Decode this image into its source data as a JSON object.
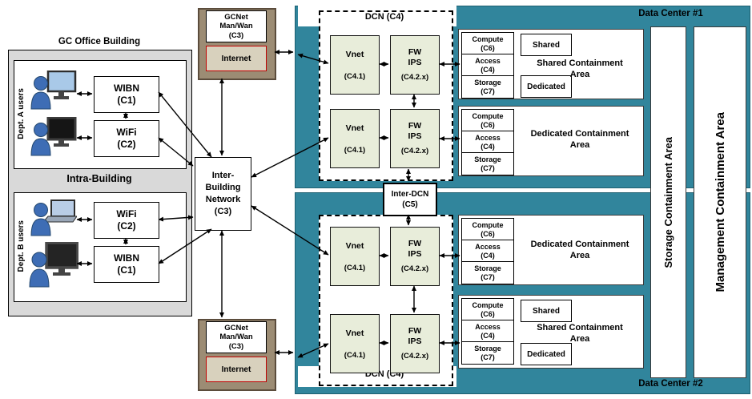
{
  "office": {
    "title": "GC Office Building",
    "intra_building_label": "Intra-Building",
    "dept_a_label": "Dept. A users",
    "dept_b_label": "Dept. B users",
    "wibn_a": {
      "name": "WIBN",
      "code": "(C1)"
    },
    "wifi_a": {
      "name": "WiFi",
      "code": "(C2)"
    },
    "wifi_b": {
      "name": "WiFi",
      "code": "(C2)"
    },
    "wibn_b": {
      "name": "WIBN",
      "code": "(C1)"
    }
  },
  "inter_building_network": {
    "line1": "Inter-",
    "line2": "Building",
    "line3": "Network",
    "line4": "(C3)"
  },
  "gcnet_top": {
    "line1": "GCNet",
    "line2": "Man/Wan",
    "line3": "(C3)",
    "internet_label": "Internet"
  },
  "gcnet_bottom": {
    "line1": "GCNet",
    "line2": "Man/Wan",
    "line3": "(C3)",
    "internet_label": "Internet"
  },
  "inter_dcn": {
    "line1": "Inter-DCN",
    "line2": "(C5)"
  },
  "bars": {
    "storage": "Storage Containment Area",
    "management": "Management Containment Area"
  },
  "dc1": {
    "title": "Data Center #1",
    "dcn_label": "DCN (C4)",
    "vnet_top": {
      "name": "Vnet",
      "code": "(C4.1)"
    },
    "fw_top": {
      "line1": "FW",
      "line2": "IPS",
      "code": "(C4.2.x)"
    },
    "vnet_bottom": {
      "name": "Vnet",
      "code": "(C4.1)"
    },
    "fw_bottom": {
      "line1": "FW",
      "line2": "IPS",
      "code": "(C4.2.x)"
    },
    "shared_area": {
      "stack": [
        {
          "name": "Compute",
          "code": "(C6)"
        },
        {
          "name": "Access",
          "code": "(C4)"
        },
        {
          "name": "Storage",
          "code": "(C7)"
        }
      ],
      "shared_box": "Shared",
      "dedicated_box": "Dedicated",
      "caption_line1": "Shared Containment",
      "caption_line2": "Area"
    },
    "dedicated_area": {
      "stack": [
        {
          "name": "Compute",
          "code": "(C6)"
        },
        {
          "name": "Access",
          "code": "(C4)"
        },
        {
          "name": "Storage",
          "code": "(C7)"
        }
      ],
      "caption_line1": "Dedicated Containment",
      "caption_line2": "Area"
    }
  },
  "dc2": {
    "title": "Data Center #2",
    "dcn_label": "DCN (C4)",
    "vnet_top": {
      "name": "Vnet",
      "code": "(C4.1)"
    },
    "fw_top": {
      "line1": "FW",
      "line2": "IPS",
      "code": "(C4.2.x)"
    },
    "vnet_bottom": {
      "name": "Vnet",
      "code": "(C4.1)"
    },
    "fw_bottom": {
      "line1": "FW",
      "line2": "IPS",
      "code": "(C4.2.x)"
    },
    "dedicated_area": {
      "stack": [
        {
          "name": "Compute",
          "code": "(C6)"
        },
        {
          "name": "Access",
          "code": "(C4)"
        },
        {
          "name": "Storage",
          "code": "(C7)"
        }
      ],
      "caption_line1": "Dedicated Containment",
      "caption_line2": "Area"
    },
    "shared_area": {
      "stack": [
        {
          "name": "Compute",
          "code": "(C6)"
        },
        {
          "name": "Access",
          "code": "(C4)"
        },
        {
          "name": "Storage",
          "code": "(C7)"
        }
      ],
      "shared_box": "Shared",
      "dedicated_box": "Dedicated",
      "caption_line1": "Shared Containment",
      "caption_line2": "Area"
    }
  },
  "colors": {
    "teal": "#31859c",
    "building_gray": "#d9d9d9",
    "gcnet_brown": "#9c8c74",
    "internet_fill": "#d8d1bd",
    "internet_border": "#c00000",
    "vnet_green": "#e8edda"
  }
}
